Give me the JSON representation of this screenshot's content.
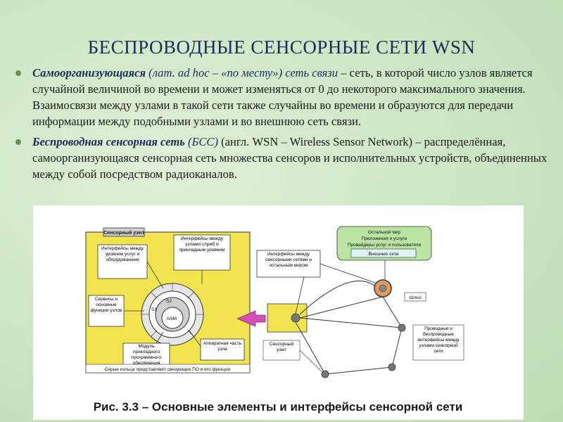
{
  "title": "БЕСПРОВОДНЫЕ СЕНСОРНЫЕ СЕТИ WSN",
  "bullets": [
    {
      "term": "Самоорганизующаяся",
      "term_note": " (лат. ad hoc – «по месту») сеть связи",
      "text": " – сеть, в которой число узлов является случайной величиной во времени и может изменяться от 0 до некоторого максимального значения. Взаимосвязи между узлами в такой сети также случайны во времени и образуются для передачи информации между подобными узлами и во внешнюю сеть связи."
    },
    {
      "term": "Беспроводная сенсорная сеть",
      "term_note": " (БСС)",
      "text": " (англ. WSN – Wireless Sensor Network) – распределённая, самоорганизующаяся сенсорная сеть множества сенсоров и исполнительных устройств, объединенных между собой посредством радиоканалов."
    }
  ],
  "figure": {
    "node_box_label": "Сенсорный узел",
    "service_interfaces": "Интерфейсы между узлами служб и прикладным уровнем",
    "user_interfaces": "Интерфейсы между уровнем услуг и оборудованием",
    "services_label": "Сервисы и основные функции узлов",
    "ring_s1": "S1",
    "ring_s2": "S2",
    "ring_asm": "ASM",
    "app_module": "Модуль прикладного программного обеспечения",
    "hardware": "Аппаратная часть узла",
    "footnote": "Серые кольца представляют связующее ПО и его функции",
    "world_title": "Остальной мир",
    "world_apps": "Приложения и услуги",
    "world_providers": "Провайдеры услуг и пользователи",
    "world_external": "Внешние сети",
    "network_interfaces": "Интерфейсы между сенсорными сетями и остальным миром",
    "gateway": "Шлюз",
    "sensor_node": "Сенсорный узел",
    "wired_wireless": "Проводные и беспроводные интерфейсы между узлами сенсорной сети",
    "caption": "Рис. 3.3 – Основные элементы и интерфейсы сенсорной сети"
  },
  "colors": {
    "title": "#1f2a5a",
    "bullet": "#6a8c4c",
    "node_box": "#f2e44e",
    "world_box": "#b9e3a0",
    "external_box": "#dff2f7",
    "arrow": "#d44fb4",
    "gateway_fill": "#e79a5c"
  }
}
